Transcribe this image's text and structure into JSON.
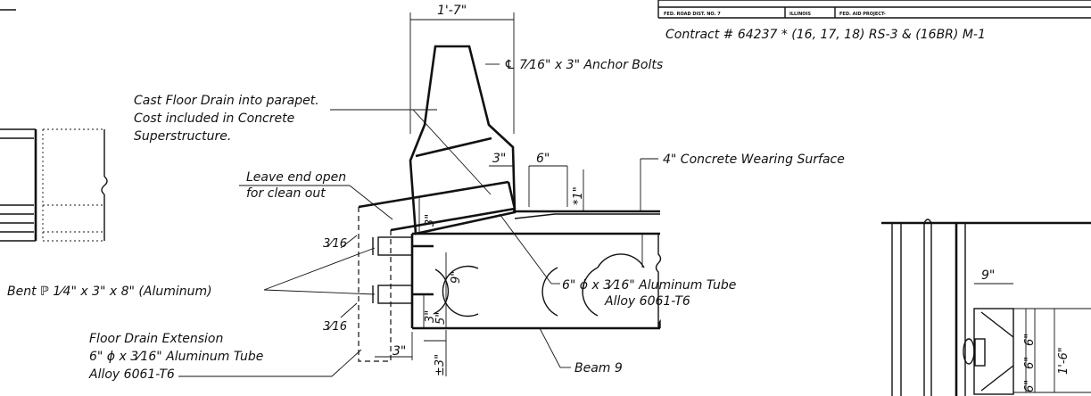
{
  "title_block": {
    "fed_road": "FED. ROAD DIST. NO. 7",
    "state": "ILLINOIS",
    "project": "FED. AID PROJECT-"
  },
  "contract_line": "Contract # 64237   * (16, 17, 18) RS-3 & (16BR) M-1",
  "callouts": {
    "cast_drain_1": "Cast Floor Drain into parapet.",
    "cast_drain_2": "Cost included in Concrete",
    "cast_drain_3": "Superstructure.",
    "leave_open_1": "Leave end open",
    "leave_open_2": "for clean out",
    "anchor_bolts": "℄ 7⁄16\" x 3\" Anchor Bolts",
    "wearing_surface": "4\" Concrete Wearing Surface",
    "bent_plate": "Bent ℙ 1⁄4\" x 3\" x 8\" (Aluminum)",
    "tube_1": "6\" ϕ x 3⁄16\" Aluminum Tube",
    "tube_2": "Alloy 6061-T6",
    "ext_1": "Floor Drain Extension",
    "ext_2": "6\" ϕ x 3⁄16\" Aluminum Tube",
    "ext_3": "Alloy 6061-T6",
    "beam": "Beam 9"
  },
  "dimensions": {
    "top_width": "1'-7\"",
    "d3_top": "3\"",
    "d6": "6\"",
    "d1_star": "*1\"",
    "d3_vert": "3\"",
    "d9_vert": "9\"",
    "d5": "5\"",
    "d3_low": "3\"",
    "d3_bottom": "3\"",
    "pm3": "±3\"",
    "d3_16_top": "3⁄16",
    "d3_16_bot": "3⁄16",
    "d9_right": "9\"",
    "d6a": "6\"",
    "d6b": "6\"",
    "d6c": "6\"",
    "d1_6": "1'-6\""
  }
}
